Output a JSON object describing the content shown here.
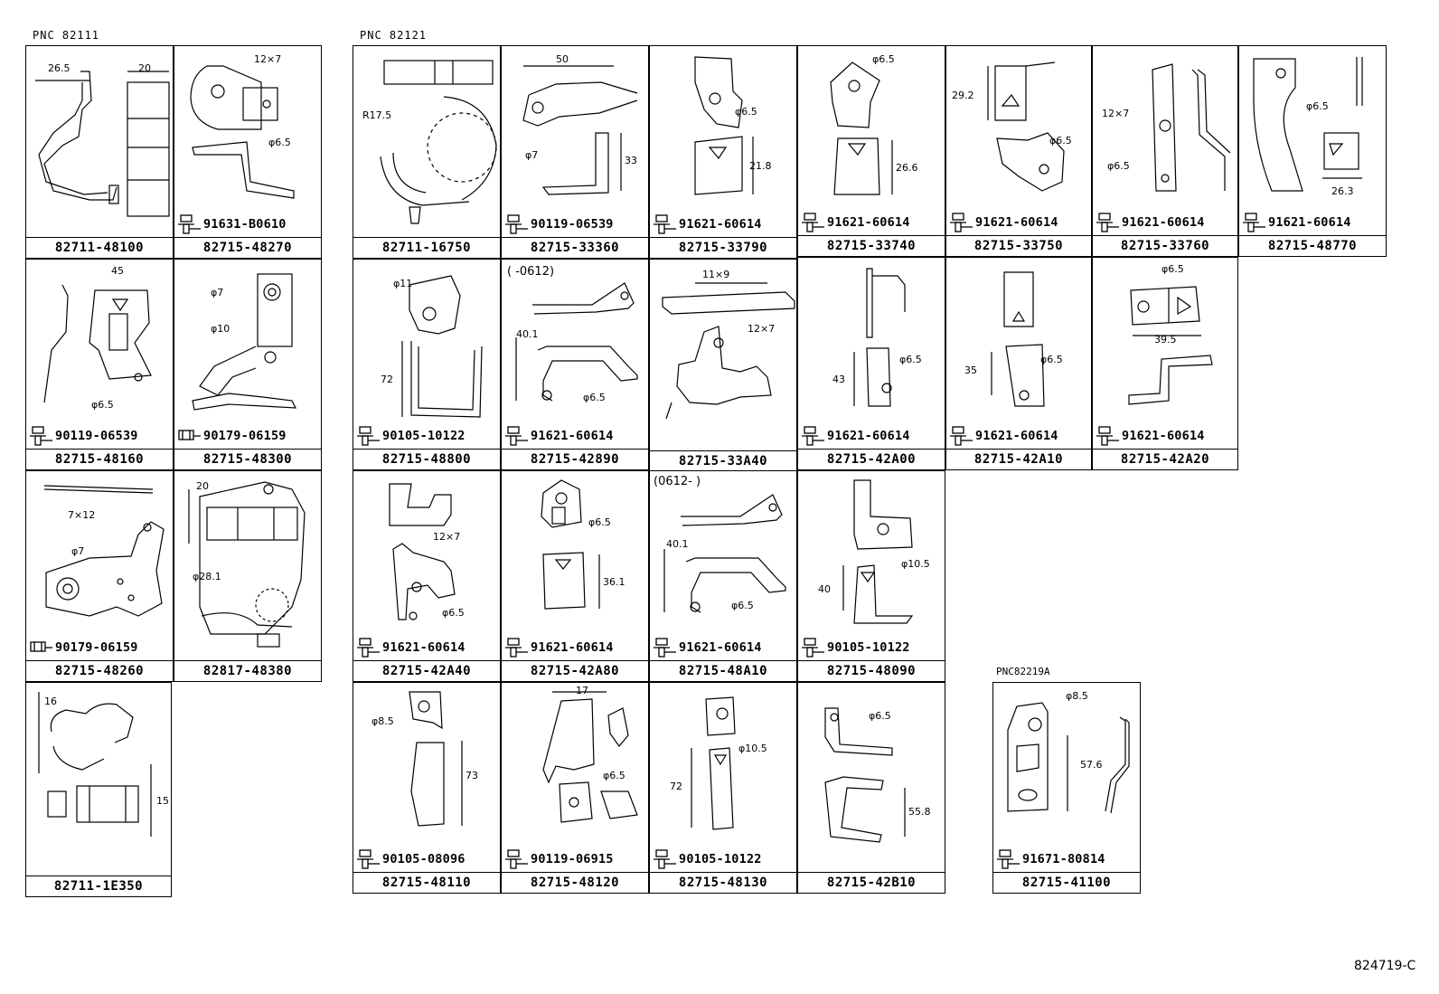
{
  "groups": [
    {
      "label": "PNC  82111"
    },
    {
      "label": "PNC  82121"
    },
    {
      "label": "PNC82219A"
    }
  ],
  "cells": [
    {
      "part": "82711-48100",
      "fastener": "",
      "dims": [
        "26.5",
        "20"
      ]
    },
    {
      "part": "82715-48270",
      "fastener": "91631-B0610",
      "dims": [
        "12×7",
        "φ6.5"
      ]
    },
    {
      "part": "82715-48160",
      "fastener": "90119-06539",
      "dims": [
        "45",
        "φ6.5"
      ]
    },
    {
      "part": "82715-48300",
      "fastener": "90179-06159",
      "dims": [
        "φ7",
        "φ10"
      ]
    },
    {
      "part": "82715-48260",
      "fastener": "90179-06159",
      "dims": [
        "7×12",
        "φ7"
      ]
    },
    {
      "part": "82817-48380",
      "fastener": "",
      "dims": [
        "20",
        "φ28.1"
      ]
    },
    {
      "part": "82711-1E350",
      "fastener": "",
      "dims": [
        "16",
        "15"
      ]
    },
    {
      "part": "82711-16750",
      "fastener": "",
      "dims": [
        "R17.5"
      ]
    },
    {
      "part": "82715-33360",
      "fastener": "90119-06539",
      "dims": [
        "50",
        "φ7",
        "33"
      ]
    },
    {
      "part": "82715-33790",
      "fastener": "91621-60614",
      "dims": [
        "φ6.5",
        "21.8"
      ]
    },
    {
      "part": "82715-33740",
      "fastener": "91621-60614",
      "dims": [
        "φ6.5",
        "26.6"
      ]
    },
    {
      "part": "82715-33750",
      "fastener": "91621-60614",
      "dims": [
        "29.2",
        "φ6.5"
      ]
    },
    {
      "part": "82715-33760",
      "fastener": "91621-60614",
      "dims": [
        "12×7",
        "φ6.5"
      ]
    },
    {
      "part": "82715-48770",
      "fastener": "91621-60614",
      "dims": [
        "φ6.5",
        "26.3"
      ]
    },
    {
      "part": "82715-48800",
      "fastener": "90105-10122",
      "dims": [
        "φ11",
        "72"
      ]
    },
    {
      "part": "82715-42890",
      "fastener": "91621-60614",
      "dims": [
        "(     -0612)",
        "40.1",
        "φ6.5"
      ]
    },
    {
      "part": "82715-33A40",
      "fastener": "",
      "dims": [
        "11×9",
        "12×7"
      ]
    },
    {
      "part": "82715-42A00",
      "fastener": "91621-60614",
      "dims": [
        "43",
        "φ6.5"
      ]
    },
    {
      "part": "82715-42A10",
      "fastener": "91621-60614",
      "dims": [
        "35",
        "φ6.5"
      ]
    },
    {
      "part": "82715-42A20",
      "fastener": "91621-60614",
      "dims": [
        "φ6.5",
        "39.5"
      ]
    },
    {
      "part": "82715-42A40",
      "fastener": "91621-60614",
      "dims": [
        "12×7",
        "φ6.5"
      ]
    },
    {
      "part": "82715-42A80",
      "fastener": "91621-60614",
      "dims": [
        "φ6.5",
        "36.1"
      ]
    },
    {
      "part": "82715-48A10",
      "fastener": "91621-60614",
      "dims": [
        "(0612-        )",
        "40.1",
        "φ6.5"
      ]
    },
    {
      "part": "82715-48090",
      "fastener": "90105-10122",
      "dims": [
        "φ10.5",
        "40"
      ]
    },
    {
      "part": "82715-48110",
      "fastener": "90105-08096",
      "dims": [
        "φ8.5",
        "73"
      ]
    },
    {
      "part": "82715-48120",
      "fastener": "90119-06915",
      "dims": [
        "17",
        "φ6.5"
      ]
    },
    {
      "part": "82715-48130",
      "fastener": "90105-10122",
      "dims": [
        "φ10.5",
        "72"
      ]
    },
    {
      "part": "82715-42B10",
      "fastener": "",
      "dims": [
        "φ6.5",
        "55.8"
      ]
    },
    {
      "part": "82715-41100",
      "fastener": "91671-80814",
      "dims": [
        "φ8.5",
        "57.6"
      ]
    }
  ],
  "reference": "824719-C"
}
